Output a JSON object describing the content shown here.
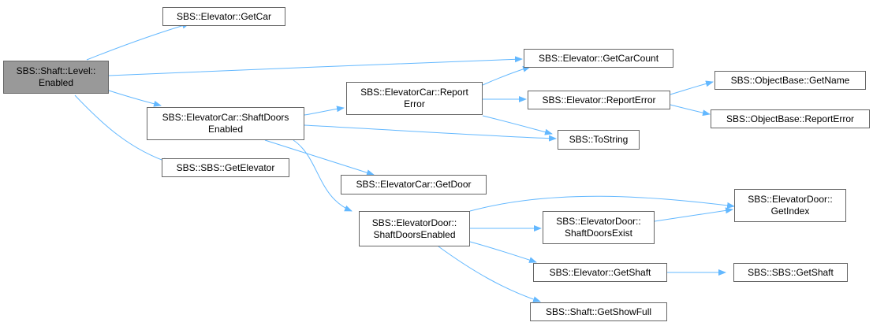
{
  "colors": {
    "edge": "#63b8ff",
    "node_border": "#666666",
    "root_fill": "#999999",
    "node_fill": "#ffffff"
  },
  "nodes": {
    "root": [
      "SBS::Shaft::Level::",
      "Enabled"
    ],
    "elevator_getcar": [
      "SBS::Elevator::GetCar"
    ],
    "elevator_getcarcount": [
      "SBS::Elevator::GetCarCount"
    ],
    "elevatorcar_shaftdoorsenabled": [
      "SBS::ElevatorCar::ShaftDoors",
      "Enabled"
    ],
    "elevatorcar_reporterror": [
      "SBS::ElevatorCar::Report",
      "Error"
    ],
    "elevator_reporterror": [
      "SBS::Elevator::ReportError"
    ],
    "objectbase_getname": [
      "SBS::ObjectBase::GetName"
    ],
    "objectbase_reporterror": [
      "SBS::ObjectBase::ReportError"
    ],
    "tostring": [
      "SBS::ToString"
    ],
    "sbs_getelevator": [
      "SBS::SBS::GetElevator"
    ],
    "elevatorcar_getdoor": [
      "SBS::ElevatorCar::GetDoor"
    ],
    "elevatordoor_shaftdoorsenabled": [
      "SBS::ElevatorDoor::",
      "ShaftDoorsEnabled"
    ],
    "elevatordoor_getindex": [
      "SBS::ElevatorDoor::",
      "GetIndex"
    ],
    "elevatordoor_shaftdoorsexist": [
      "SBS::ElevatorDoor::",
      "ShaftDoorsExist"
    ],
    "elevator_getshaft": [
      "SBS::Elevator::GetShaft"
    ],
    "sbs_getshaft": [
      "SBS::SBS::GetShaft"
    ],
    "shaft_getshowfull": [
      "SBS::Shaft::GetShowFull"
    ]
  }
}
